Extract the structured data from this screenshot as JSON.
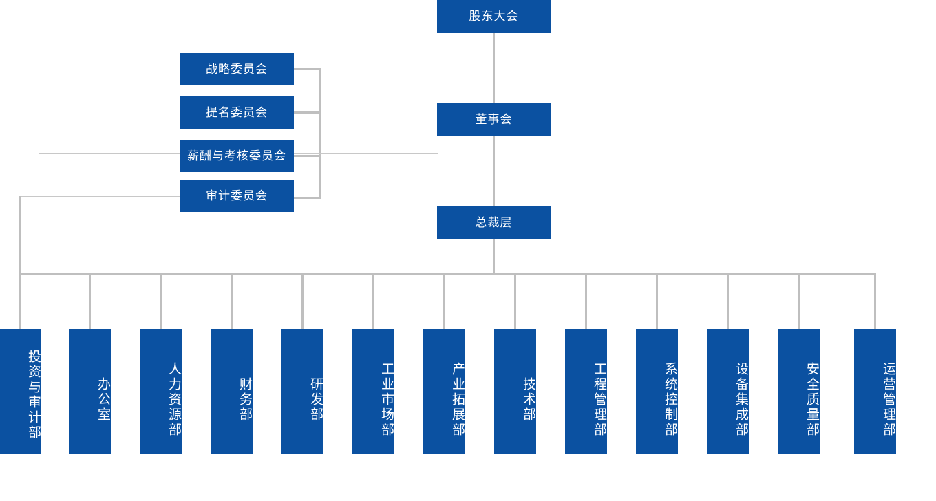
{
  "chart_data": {
    "type": "diagram",
    "title": "",
    "diagram_kind": "organizational-chart",
    "orientation": "top-down",
    "accent_color": "#0B51A1",
    "connector_color": "#bfbfbf",
    "text_color": "#ffffff",
    "background": "#ffffff",
    "levels": [
      {
        "level": 1,
        "nodes": [
          "股东大会"
        ]
      },
      {
        "level": 2,
        "nodes": [
          "董事会"
        ]
      },
      {
        "level": 3,
        "nodes": [
          "总裁层"
        ]
      },
      {
        "level": "committees",
        "nodes": [
          "战略委员会",
          "提名委员会",
          "薪酬与考核委员会",
          "审计委员会"
        ]
      },
      {
        "level": 4,
        "nodes": [
          "投资与审计部",
          "办公室",
          "人力资源部",
          "财务部",
          "研发部",
          "工业市场部",
          "产业拓展部",
          "技术部",
          "工程管理部",
          "系统控制部",
          "设备集成部",
          "安全质量部",
          "运营管理部"
        ]
      }
    ]
  },
  "chart": {
    "top": {
      "shareholders_meeting": "股东大会",
      "board_of_directors": "董事会",
      "president_level": "总裁层"
    },
    "committees": [
      {
        "label": "战略委员会"
      },
      {
        "label": "提名委员会"
      },
      {
        "label": "薪酬与考核委员会"
      },
      {
        "label": "审计委员会"
      }
    ],
    "departments": [
      {
        "label": "投资与审计部"
      },
      {
        "label": "办公室"
      },
      {
        "label": "人力资源部"
      },
      {
        "label": "财务部"
      },
      {
        "label": "研发部"
      },
      {
        "label": "工业市场部"
      },
      {
        "label": "产业拓展部"
      },
      {
        "label": "技术部"
      },
      {
        "label": "工程管理部"
      },
      {
        "label": "系统控制部"
      },
      {
        "label": "设备集成部"
      },
      {
        "label": "安全质量部"
      },
      {
        "label": "运营管理部"
      }
    ]
  }
}
